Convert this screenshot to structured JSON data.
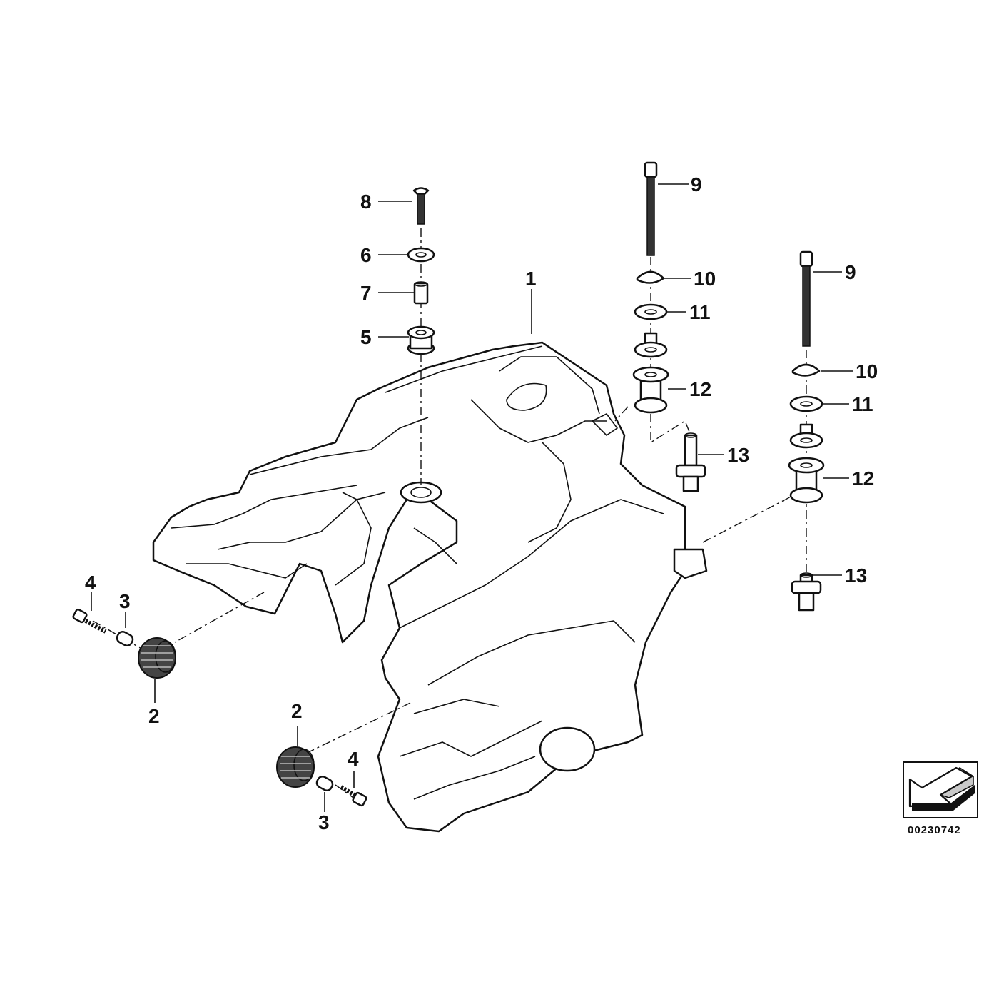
{
  "diagram": {
    "reference_number": "00230742",
    "callouts": {
      "c1": "1",
      "c2a": "2",
      "c2b": "2",
      "c3a": "3",
      "c3b": "3",
      "c4a": "4",
      "c4b": "4",
      "c5": "5",
      "c6": "6",
      "c7": "7",
      "c8": "8",
      "c9a": "9",
      "c9b": "9",
      "c10a": "10",
      "c10b": "10",
      "c11a": "11",
      "c11b": "11",
      "c12a": "12",
      "c12b": "12",
      "c13a": "13",
      "c13b": "13"
    },
    "icons": [
      "orientation-arrow-icon"
    ]
  }
}
